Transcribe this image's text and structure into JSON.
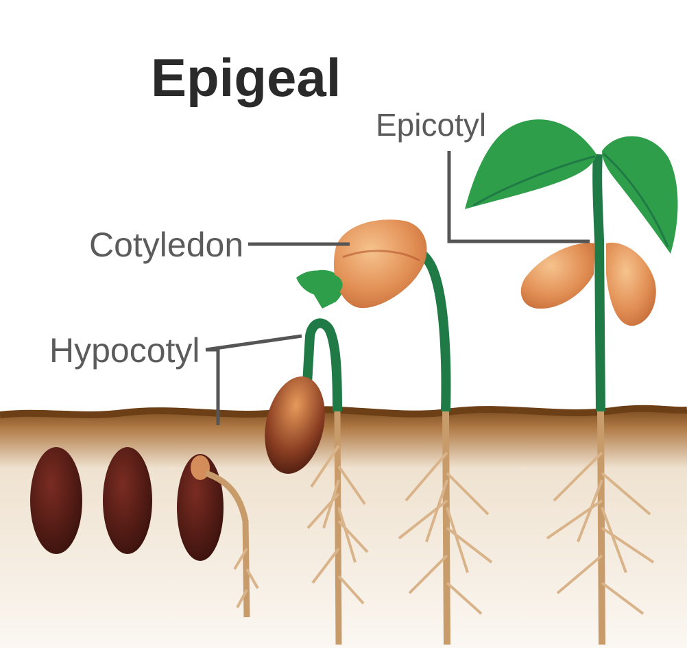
{
  "diagram": {
    "title": "Epigeal",
    "labels": {
      "epicotyl": "Epicotyl",
      "cotyledon": "Cotyledon",
      "hypocotyl": "Hypocotyl"
    },
    "stages": [
      "seed",
      "seed",
      "germinating-seed",
      "hook-emergence",
      "cotyledons-raised",
      "seedling"
    ],
    "colors": {
      "soil": "#8a5a2b",
      "soil_light": "#f3e9dc",
      "root": "#c89b6b",
      "stem": "#2e8b57",
      "leaf": "#2f9e4a",
      "seed_dark": "#4a1a14",
      "cotyledon": "#e8a066",
      "label_line": "#555555"
    }
  }
}
